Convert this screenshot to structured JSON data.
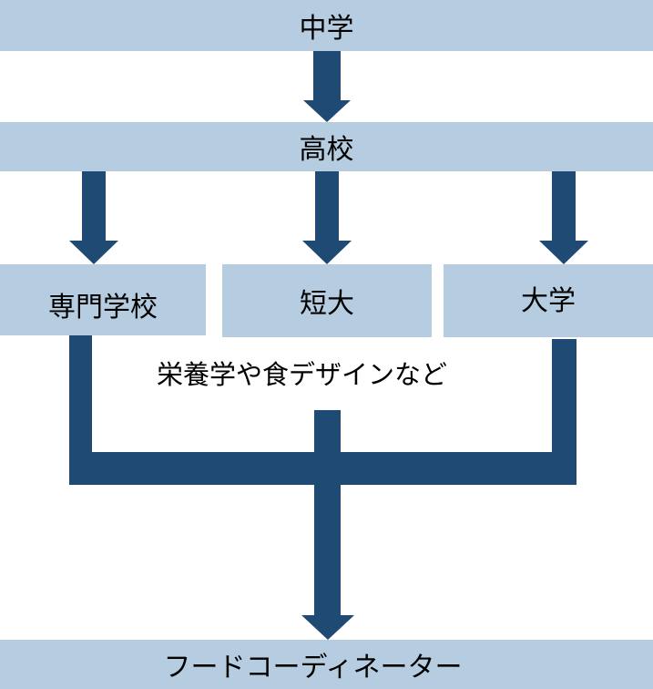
{
  "flow": {
    "stage_1": "中学",
    "stage_2": "高校",
    "options": {
      "vocational": "専門学校",
      "junior_college": "短大",
      "university": "大学"
    },
    "study_note": "栄養学や食デザインなど",
    "goal": "フードコーディネーター"
  },
  "colors": {
    "box_fill": "#b6cde1",
    "arrow_fill": "#1f4a73"
  }
}
